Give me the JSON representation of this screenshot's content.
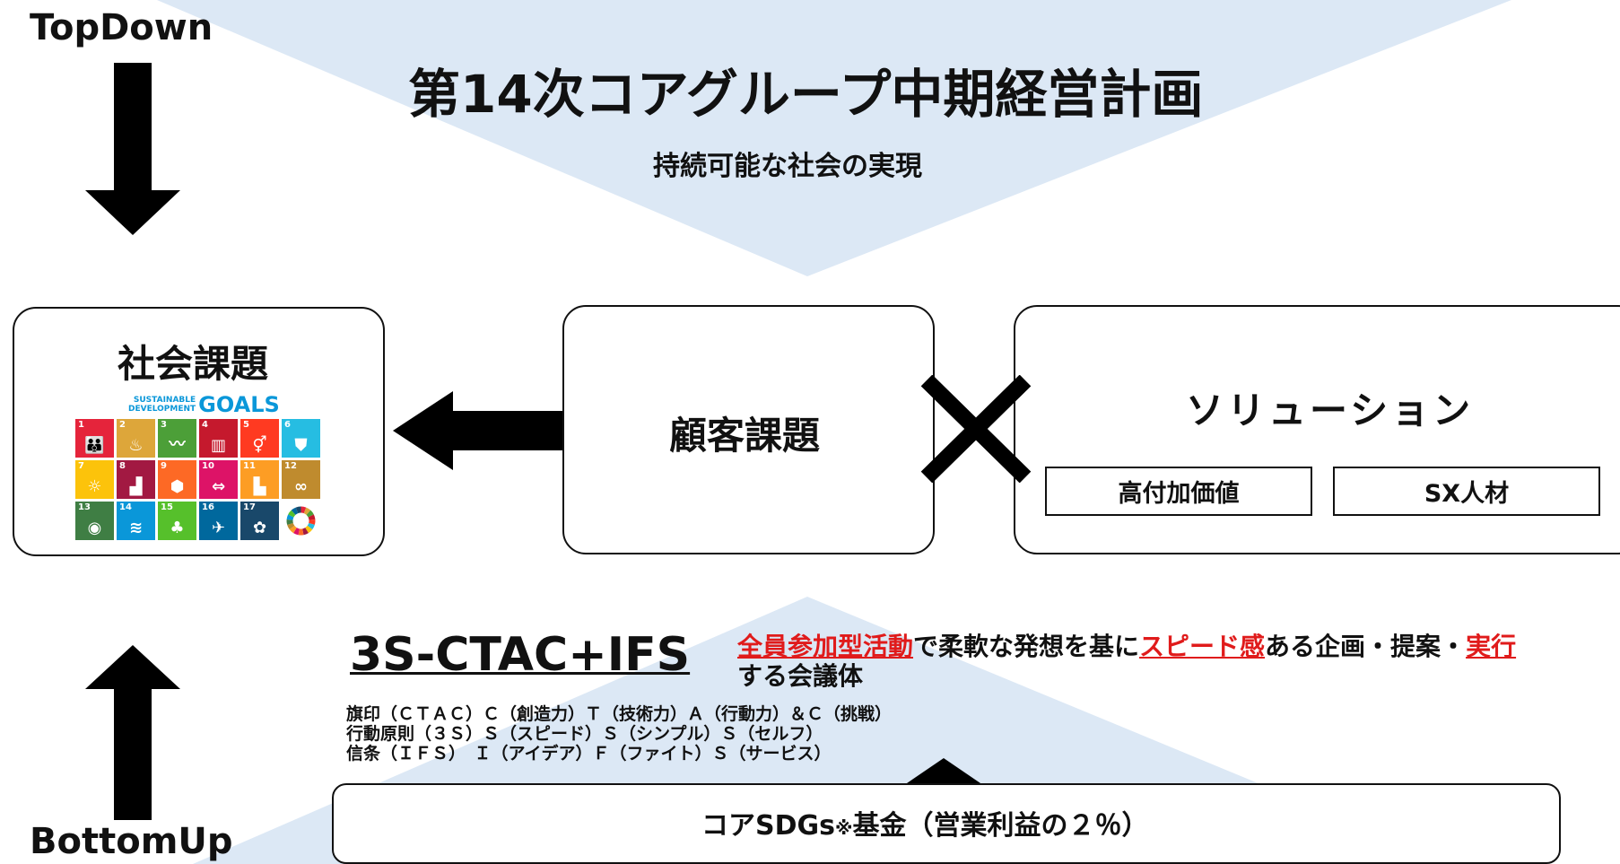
{
  "direction_labels": {
    "top": "TopDown",
    "bottom": "BottomUp"
  },
  "plan": {
    "title": "第14次コアグループ中期経営計画",
    "subtitle": "持続可能な社会の実現"
  },
  "social_issues": {
    "title": "社会課題",
    "goals_logo": {
      "line1": "SUSTAINABLE",
      "line2": "DEVELOPMENT",
      "goals": "GOALS"
    },
    "sdg_tiles": [
      {
        "num": "1",
        "color": "#e5243b",
        "icon": "people-icon",
        "glyph": "👪"
      },
      {
        "num": "2",
        "color": "#dda63a",
        "icon": "bowl-icon",
        "glyph": "♨"
      },
      {
        "num": "3",
        "color": "#4c9f38",
        "icon": "heartbeat-icon",
        "glyph": "〰"
      },
      {
        "num": "4",
        "color": "#c5192d",
        "icon": "book-icon",
        "glyph": "▥"
      },
      {
        "num": "5",
        "color": "#ff3a21",
        "icon": "gender-icon",
        "glyph": "⚥"
      },
      {
        "num": "6",
        "color": "#26bde2",
        "icon": "water-icon",
        "glyph": "⛊"
      },
      {
        "num": "7",
        "color": "#fcc30b",
        "icon": "sun-icon",
        "glyph": "☼"
      },
      {
        "num": "8",
        "color": "#a21942",
        "icon": "growth-icon",
        "glyph": "▟"
      },
      {
        "num": "9",
        "color": "#fd6925",
        "icon": "cubes-icon",
        "glyph": "⬢"
      },
      {
        "num": "10",
        "color": "#dd1367",
        "icon": "equality-icon",
        "glyph": "⇔"
      },
      {
        "num": "11",
        "color": "#fd9d24",
        "icon": "city-icon",
        "glyph": "▙"
      },
      {
        "num": "12",
        "color": "#bf8b2e",
        "icon": "infinity-icon",
        "glyph": "∞"
      },
      {
        "num": "13",
        "color": "#3f7e44",
        "icon": "eye-icon",
        "glyph": "◉"
      },
      {
        "num": "14",
        "color": "#0a97d9",
        "icon": "fish-icon",
        "glyph": "≋"
      },
      {
        "num": "15",
        "color": "#56c02b",
        "icon": "tree-icon",
        "glyph": "♣"
      },
      {
        "num": "16",
        "color": "#00689d",
        "icon": "dove-icon",
        "glyph": "✈"
      },
      {
        "num": "17",
        "color": "#19486a",
        "icon": "flower-icon",
        "glyph": "✿"
      },
      {
        "num": "",
        "color": "#ffffff",
        "icon": "sdg-wheel-icon",
        "glyph": ""
      }
    ]
  },
  "customer_issues": {
    "title": "顧客課題"
  },
  "solution": {
    "title": "ソリューション",
    "items": [
      "高付加価値",
      "SX人材"
    ]
  },
  "meeting": {
    "name": "3S-CTAC+IFS",
    "desc": {
      "red1": "全員参加型活動",
      "text1": "で柔軟な発想を基に",
      "red2": "スピード感",
      "text2": "ある企画・提案・",
      "red3": "実行",
      "line2": "する会議体"
    },
    "principles": [
      "旗印（ＣＴＡＣ）Ｃ（創造力）Ｔ（技術力）Ａ（行動力）＆Ｃ（挑戦）",
      "行動原則（３Ｓ）Ｓ（スピード）Ｓ（シンプル）Ｓ（セルフ）",
      "信条（ＩＦＳ）　Ｉ（アイデア）Ｆ（ファイト）Ｓ（サービス）"
    ]
  },
  "fund": {
    "prefix": "コアSDGs",
    "mark": "※",
    "suffix": "基金（営業利益の２％）"
  },
  "colors": {
    "triangle": "#dce8f5",
    "accent_red": "#e01b1b",
    "ink": "#111111"
  }
}
